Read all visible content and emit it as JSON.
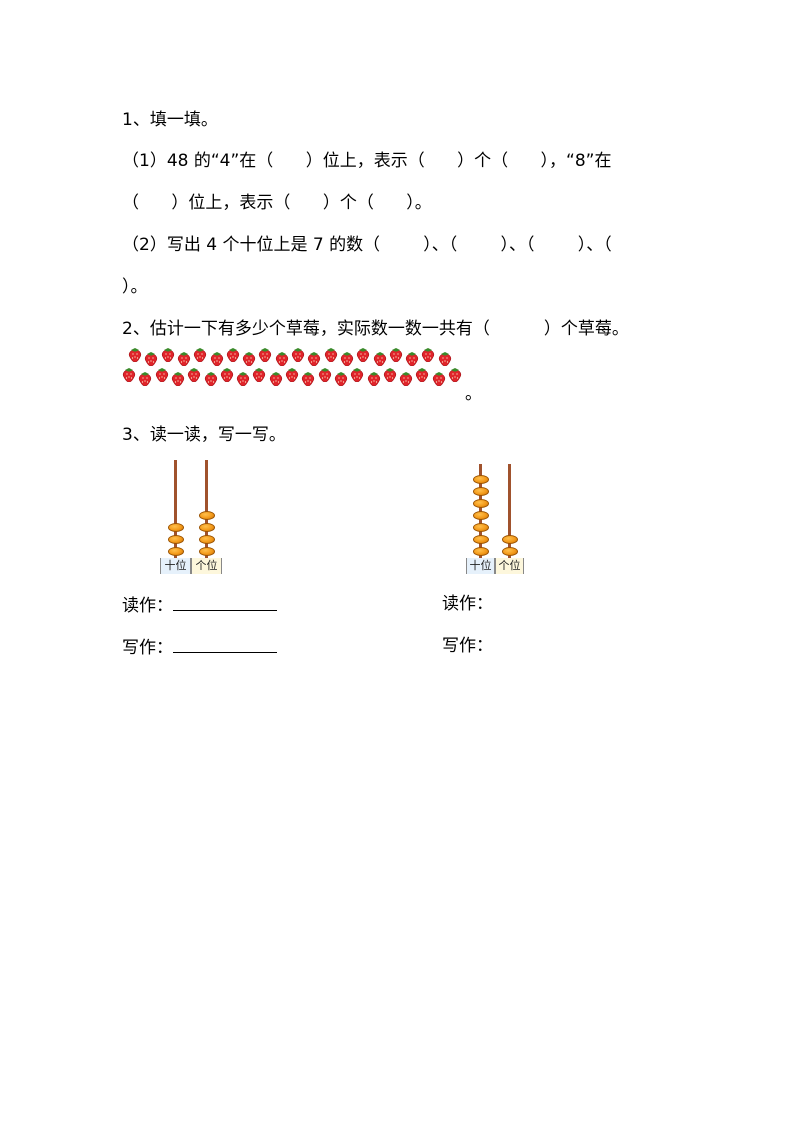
{
  "q1": {
    "title": "1、填一填。",
    "p1_line1": "（1）48 的“4”在（      ）位上，表示（      ）个（      ），“8”在",
    "p1_line2": "（      ）位上，表示（      ）个（      ）。",
    "p2_line1": "（2）写出 4 个十位上是 7 的数（        ）、（        ）、（        ）、（",
    "p2_line2": "）。"
  },
  "q2": {
    "text": "2、估计一下有多少个草莓，实际数一数一共有（          ）个草莓。",
    "period": "。",
    "strawberry_rows": [
      20,
      21
    ]
  },
  "q3": {
    "title": "3、读一读，写一写。",
    "left_abacus": {
      "tens": 3,
      "ones": 4,
      "tens_label": "十位",
      "ones_label": "个位"
    },
    "right_abacus": {
      "tens": 7,
      "ones": 2,
      "tens_label": "十位",
      "ones_label": "个位"
    },
    "read_label_left": "读作：",
    "write_label_left": "写作：",
    "read_label_right": "读作：",
    "write_label_right": "写作："
  },
  "colors": {
    "bead": "#f39a1a",
    "rod": "#a0522d",
    "strawberry": "#e0242a",
    "leaf": "#3a8a2a"
  }
}
